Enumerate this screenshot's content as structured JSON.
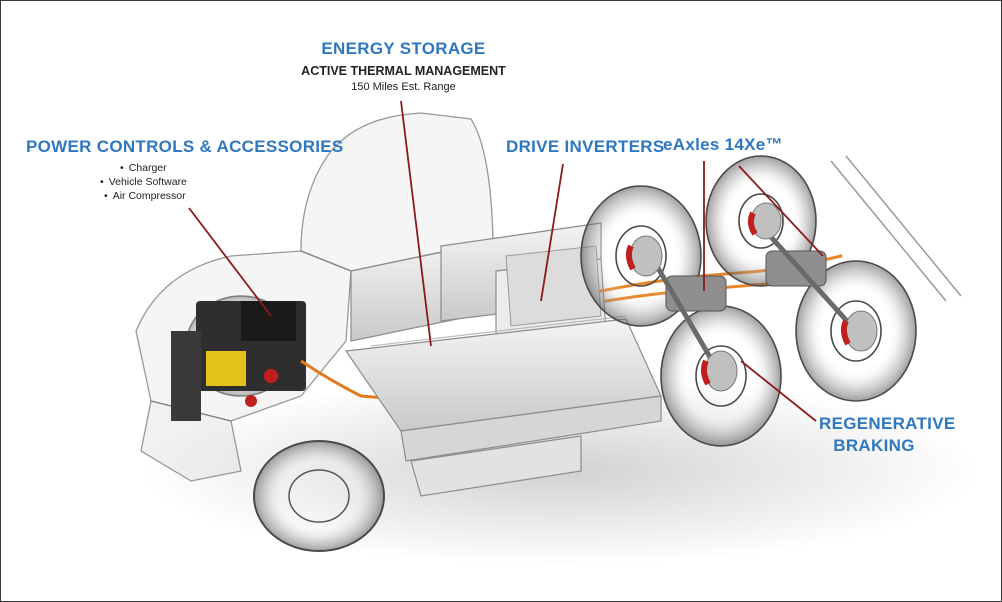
{
  "labels": {
    "energy_storage": {
      "title": "ENERGY STORAGE",
      "subtitle": "ACTIVE THERMAL MANAGEMENT",
      "detail": "150 Miles Est. Range"
    },
    "power_controls": {
      "title": "POWER CONTROLS & ACCESSORIES",
      "items": [
        "Charger",
        "Vehicle Software",
        "Air Compressor"
      ]
    },
    "drive_inverters": {
      "title": "DRIVE INVERTERS"
    },
    "eaxles": {
      "title": "eAxles 14Xe™"
    },
    "regenerative_braking": {
      "line1": "REGENERATIVE",
      "line2": "BRAKING"
    }
  },
  "colors": {
    "label_blue": "#2f78c0",
    "leader_red": "#8b1a1a",
    "cable_orange": "#e8872a",
    "brake_red": "#c01f1f"
  }
}
